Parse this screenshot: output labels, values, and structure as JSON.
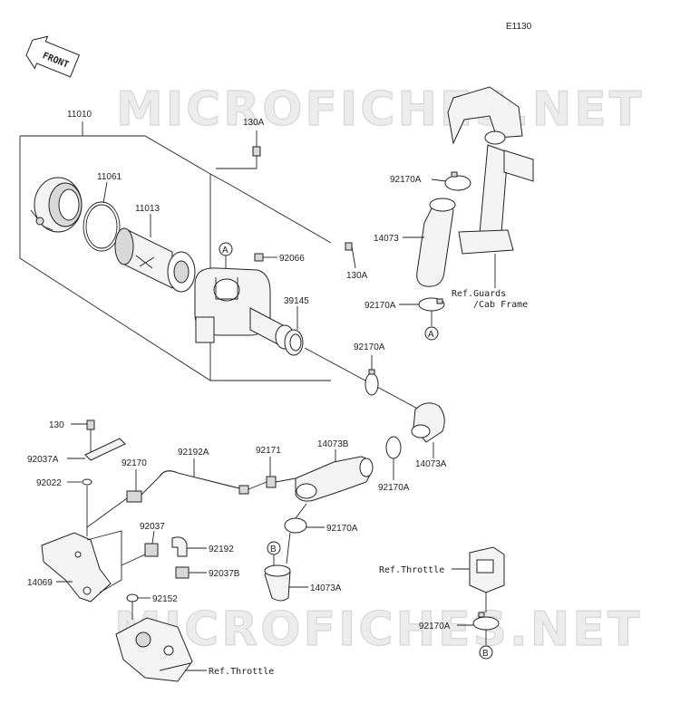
{
  "diagram_code": "E1130",
  "front_label": "FRONT",
  "watermark": "MICROFICHES.NET",
  "labels": {
    "p11010": "11010",
    "p11061": "11061",
    "p11013": "11013",
    "p130A_top": "130A",
    "p92066": "92066",
    "p130A_mid": "130A",
    "p39145": "39145",
    "p92170A_1": "92170A",
    "p14073": "14073",
    "ref_guards_1": "Ref.Guards",
    "ref_guards_2": "/Cab Frame",
    "p92170A_2": "92170A",
    "p92170A_3": "92170A",
    "p130": "130",
    "p92037A": "92037A",
    "p92022": "92022",
    "p92170": "92170",
    "p92192A": "92192A",
    "p92171": "92171",
    "p14073B": "14073B",
    "p92170A_4": "92170A",
    "p14073A_1": "14073A",
    "p92170A_5": "92170A",
    "p92037": "92037",
    "p92192": "92192",
    "p92037B": "92037B",
    "p14069": "14069",
    "p92152": "92152",
    "p14073A_2": "14073A",
    "ref_throttle_1": "Ref.Throttle",
    "ref_throttle_2": "Ref.Throttle",
    "p92170A_6": "92170A"
  },
  "markers": {
    "A_top": "A",
    "A_mid": "A",
    "B_left": "B",
    "B_right": "B"
  }
}
